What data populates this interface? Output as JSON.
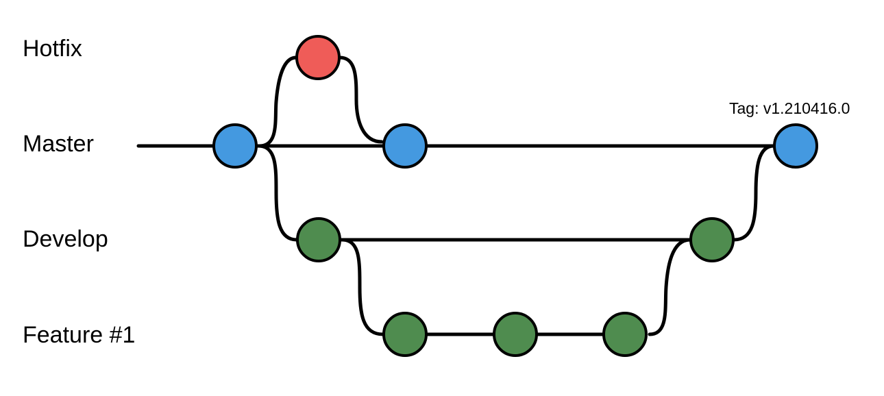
{
  "labels": {
    "hotfix": "Hotfix",
    "master": "Master",
    "develop": "Develop",
    "feature": "Feature #1",
    "tag": "Tag: v1.210416.0"
  },
  "colors": {
    "master_commit": "#4499e0",
    "hotfix_commit": "#ef5c58",
    "develop_commit": "#4f8c4f",
    "feature_commit": "#4f8c4f",
    "edge": "#000000",
    "outline": "#000000"
  },
  "commits": [
    {
      "id": "m1",
      "branch": "master"
    },
    {
      "id": "h1",
      "branch": "hotfix"
    },
    {
      "id": "m2",
      "branch": "master"
    },
    {
      "id": "d1",
      "branch": "develop"
    },
    {
      "id": "f1",
      "branch": "feature"
    },
    {
      "id": "f2",
      "branch": "feature"
    },
    {
      "id": "f3",
      "branch": "feature"
    },
    {
      "id": "d2",
      "branch": "develop"
    },
    {
      "id": "m3",
      "branch": "master",
      "tag": "Tag: v1.210416.0"
    }
  ],
  "edges": [
    {
      "from": "start",
      "to": "m1"
    },
    {
      "from": "m1",
      "to": "h1"
    },
    {
      "from": "h1",
      "to": "m2"
    },
    {
      "from": "m1",
      "to": "m2"
    },
    {
      "from": "m2",
      "to": "m3"
    },
    {
      "from": "m1",
      "to": "d1"
    },
    {
      "from": "d1",
      "to": "d2"
    },
    {
      "from": "d1",
      "to": "f1"
    },
    {
      "from": "f1",
      "to": "f2"
    },
    {
      "from": "f2",
      "to": "f3"
    },
    {
      "from": "f3",
      "to": "d2"
    },
    {
      "from": "d2",
      "to": "m3"
    }
  ]
}
